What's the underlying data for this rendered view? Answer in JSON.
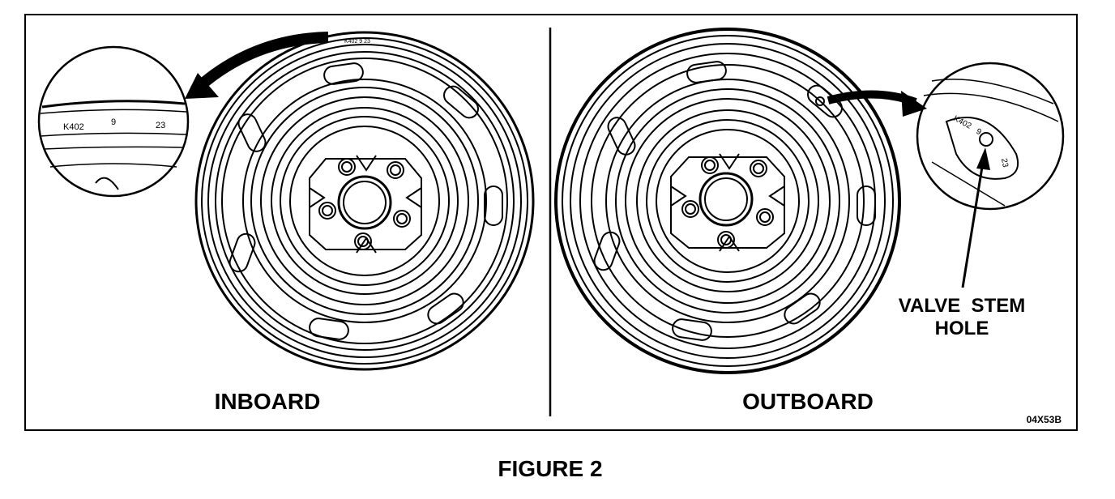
{
  "labels": {
    "inboard": "INBOARD",
    "outboard": "OUTBOARD",
    "valve_stem_line1": "VALVE  STEM",
    "valve_stem_line2": "HOLE",
    "figure_code": "04X53B",
    "caption": "FIGURE 2"
  },
  "detail_inboard": {
    "part_number": "K402",
    "mark_1": "9",
    "mark_2": "23"
  },
  "detail_outboard": {
    "part_number": "K402",
    "mark_1": "9",
    "mark_2": "23"
  },
  "colors": {
    "line": "#000000",
    "background": "#ffffff"
  }
}
